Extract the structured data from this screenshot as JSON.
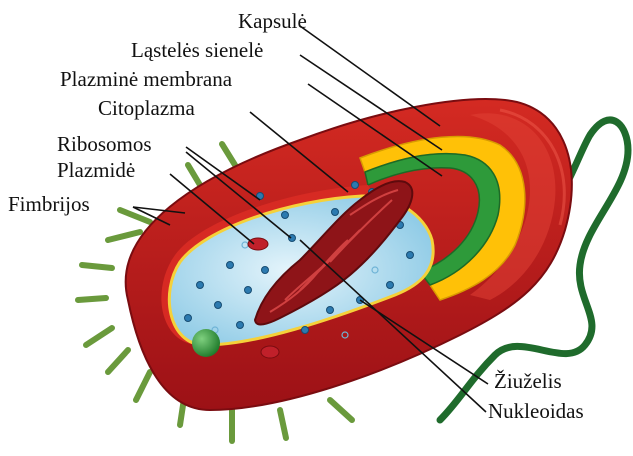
{
  "labels": {
    "capsule": "Kapsulė",
    "cell_wall": "Ląstelės sienelė",
    "plasma_membrane": "Plazminė membrana",
    "cytoplasm": "Citoplazma",
    "ribosomes": "Ribosomos",
    "plasmid": "Plazmidė",
    "fimbriae": "Fimbrijos",
    "flagellum": "Žiuželis",
    "nucleoid": "Nukleoidas"
  },
  "colors": {
    "capsule": "#c41a1a",
    "capsule_dark": "#8e0f12",
    "cell_wall": "#ffc107",
    "membrane": "#2e9a3a",
    "cytoplasm": "#bfe3f4",
    "nucleoid": "#a11a1a",
    "flagellum": "#1f6b2c",
    "fimbriae": "#2f7d32"
  }
}
